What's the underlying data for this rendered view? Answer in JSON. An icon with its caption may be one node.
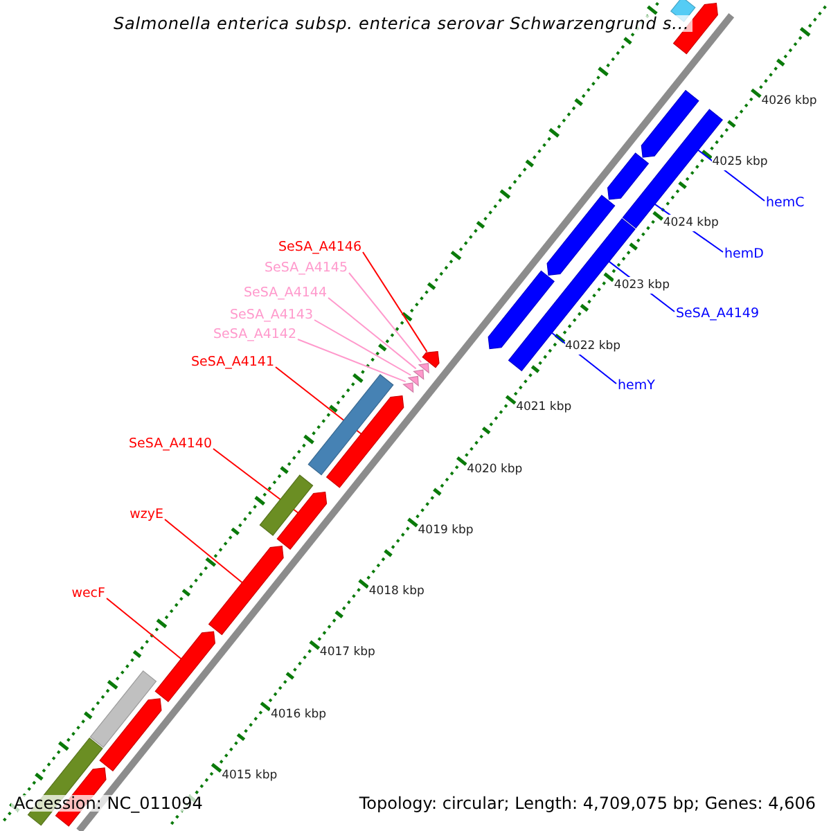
{
  "diagram": {
    "title": "Salmonella enterica subsp. enterica serovar Schwarzengrund s...",
    "nodes": [
      {
        "text": [
          "SeSA_A4146"
        ]
      },
      {
        "text": [
          "SeSA_A4145"
        ]
      },
      {
        "text": [
          "SeSA_A4144"
        ]
      },
      {
        "text": [
          "SeSA_A4143"
        ]
      },
      {
        "text": [
          "SeSA_A4142"
        ]
      },
      {
        "text": [
          "SeSA_A4141"
        ]
      },
      {
        "text": [
          "SeSA_A4140"
        ]
      },
      {
        "text": [
          "wzyE"
        ]
      },
      {
        "text": [
          "wecF"
        ]
      },
      {
        "text": [
          "hemC"
        ]
      },
      {
        "text": [
          "hemD"
        ]
      },
      {
        "text": [
          "SeSA_A4149"
        ]
      },
      {
        "text": [
          "hemY"
        ]
      },
      {
        "text": [],
        "shape": "bar"
      },
      {
        "text": [],
        "shape": "arrow"
      },
      {
        "text": [],
        "shape": "bar"
      },
      {
        "text": [],
        "shape": "arrow"
      },
      {
        "text": [],
        "shape": "arrow"
      },
      {
        "text": [],
        "shape": "arrow"
      },
      {
        "text": [],
        "shape": "bar"
      },
      {
        "text": [],
        "shape": "arrow"
      },
      {
        "text": [],
        "shape": "arrow"
      },
      {
        "text": [],
        "shape": "arrow"
      },
      {
        "text": [],
        "shape": "arrow"
      },
      {
        "text": [],
        "shape": "arrow"
      },
      {
        "text": [],
        "shape": "arrow"
      },
      {
        "text": [],
        "shape": "bar"
      },
      {
        "text": [],
        "shape": "arrow"
      },
      {
        "text": [],
        "shape": "bar"
      },
      {
        "text": [],
        "shape": "arrow"
      },
      {
        "text": [],
        "shape": "arrow"
      },
      {
        "text": [],
        "shape": "bar"
      },
      {
        "text": [],
        "shape": "arrow"
      },
      {
        "text": [],
        "shape": "arrow"
      },
      {
        "text": [],
        "shape": "bar"
      },
      {
        "text": [],
        "shape": "arrow"
      }
    ],
    "edges": [
      {
        "from": 0,
        "to": 21,
        "arrow": "none"
      },
      {
        "from": 1,
        "to": 22,
        "arrow": "none",
        "color": "#ff99cc"
      },
      {
        "from": 2,
        "to": 23,
        "arrow": "none",
        "color": "#ff99cc"
      },
      {
        "from": 3,
        "to": 24,
        "arrow": "none",
        "color": "#ff99cc"
      },
      {
        "from": 4,
        "to": 25,
        "arrow": "none",
        "color": "#ff99cc"
      },
      {
        "from": 5,
        "to": 27,
        "arrow": "none"
      },
      {
        "from": 6,
        "to": 29,
        "arrow": "none"
      },
      {
        "from": 7,
        "to": 30,
        "arrow": "none"
      },
      {
        "from": 8,
        "to": 32,
        "arrow": "none"
      },
      {
        "from": 9,
        "to": 15,
        "arrow": "none",
        "color": "#0000ff"
      },
      {
        "from": 10,
        "to": 15,
        "arrow": "none",
        "color": "#0000ff"
      },
      {
        "from": 11,
        "to": 19,
        "arrow": "none",
        "color": "#0000ff"
      },
      {
        "from": 12,
        "to": 19,
        "arrow": "none",
        "color": "#0000ff"
      }
    ],
    "labels": [
      "4026 kbp",
      "4025 kbp",
      "4024 kbp",
      "4023 kbp",
      "4022 kbp",
      "4021 kbp",
      "4020 kbp",
      "4019 kbp",
      "4018 kbp",
      "4017 kbp",
      "4016 kbp",
      "4015 kbp",
      "Accession: NC_011094",
      "Topology: circular; Length: 4,709,075 bp; Genes: 4,606"
    ]
  }
}
